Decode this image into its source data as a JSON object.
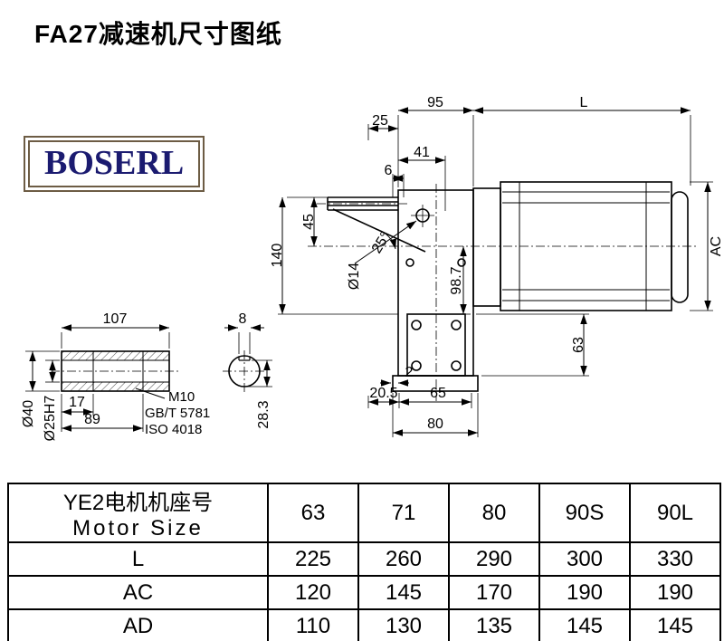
{
  "page": {
    "title": "FA27减速机尺寸图纸"
  },
  "logo": {
    "text": "BOSERL"
  },
  "colors": {
    "logo_text": "#1b1b70",
    "logo_border": "#6d5c44",
    "line": "#000000"
  },
  "dims": {
    "w95": "95",
    "wL": "L",
    "w25": "25",
    "w41": "41",
    "w6": "6",
    "h45": "45",
    "h140": "140",
    "dia14": "Ø14",
    "ang25": "25°",
    "h98_7": "98.7",
    "hAC": "AC",
    "h63": "63",
    "w2": "2",
    "w20_5": "20.5",
    "w65": "65",
    "w80": "80",
    "w107": "107",
    "w8": "8",
    "w17": "17",
    "w89": "89",
    "dia40": "Ø40",
    "dia25h7": "Ø25H7",
    "m10": "M10",
    "gbt": "GB/T 5781",
    "iso": "ISO 4018",
    "h28_3": "28.3"
  },
  "table": {
    "header": {
      "title_cn": "YE2电机机座号",
      "title_en": "Motor Size",
      "columns": [
        "63",
        "71",
        "80",
        "90S",
        "90L"
      ]
    },
    "rows": [
      {
        "label": "L",
        "values": [
          "225",
          "260",
          "290",
          "300",
          "330"
        ]
      },
      {
        "label": "AC",
        "values": [
          "120",
          "145",
          "170",
          "190",
          "190"
        ]
      },
      {
        "label": "AD",
        "values": [
          "110",
          "130",
          "135",
          "145",
          "145"
        ]
      }
    ]
  }
}
